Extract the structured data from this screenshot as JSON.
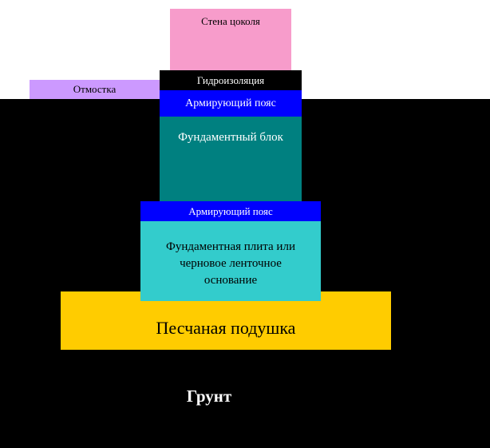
{
  "labels": {
    "wall": "Стена цоколя",
    "blind_area": "Отмостка",
    "waterproofing": "Гидроизоляция",
    "reinforcing_belt_top": "Армирующий пояс",
    "foundation_block": "Фундаментный блок",
    "reinforcing_belt_bottom": "Армирующий пояс",
    "foundation_slab": "Фундаментная плита или черновое ленточное основание",
    "sand_cushion": "Песчаная подушка",
    "soil": "Грунт"
  },
  "colors": {
    "wall": "#f79ccb",
    "blind_area": "#cc99ff",
    "waterproofing": "#000000",
    "reinforcing_belt": "#0000ff",
    "foundation_block": "#008080",
    "foundation_slab": "#33cccc",
    "sand_cushion": "#ffcc00",
    "soil": "#000000"
  }
}
